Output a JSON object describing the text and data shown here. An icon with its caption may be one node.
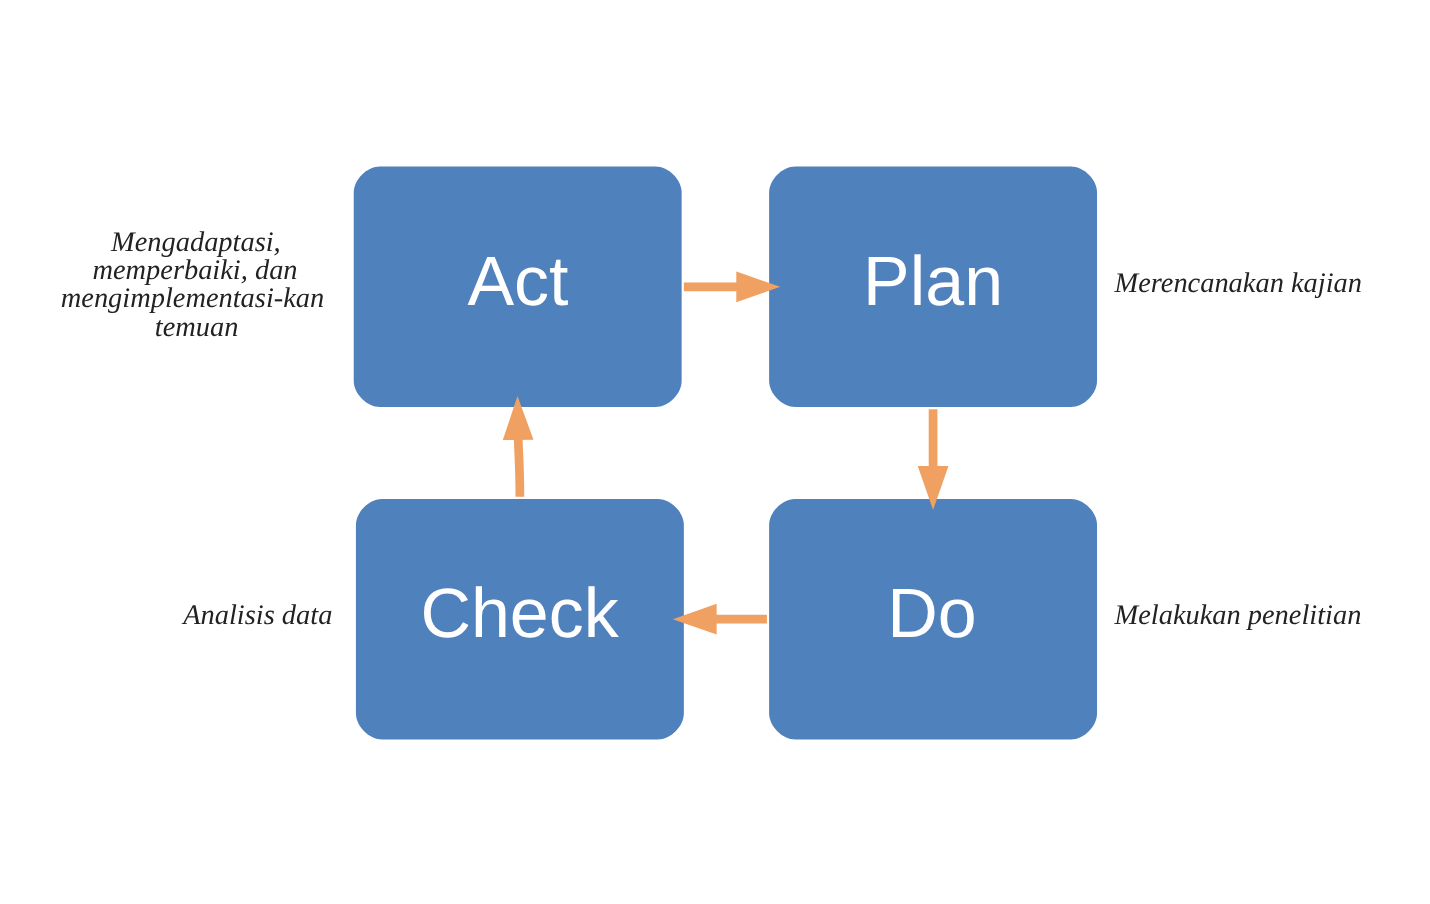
{
  "diagram": {
    "nodes": [
      {
        "text": [
          "Act"
        ],
        "beside": [
          "Mengadaptasi, memperbaiki, dan mengimplementasi-kan temuan"
        ]
      },
      {
        "text": [
          "Plan"
        ],
        "beside": [
          "Merencanakan kajian"
        ]
      },
      {
        "text": [
          "Check"
        ],
        "beside": [
          "Analisis data"
        ]
      },
      {
        "text": [
          "Do"
        ],
        "beside": [
          "Melakukan penelitian"
        ]
      }
    ],
    "edges": [
      {
        "from": 0,
        "to": 1,
        "arrow": "to"
      },
      {
        "from": 1,
        "to": 3,
        "arrow": "to"
      },
      {
        "from": 3,
        "to": 2,
        "arrow": "to"
      },
      {
        "from": 2,
        "to": 0,
        "arrow": "to"
      }
    ]
  }
}
